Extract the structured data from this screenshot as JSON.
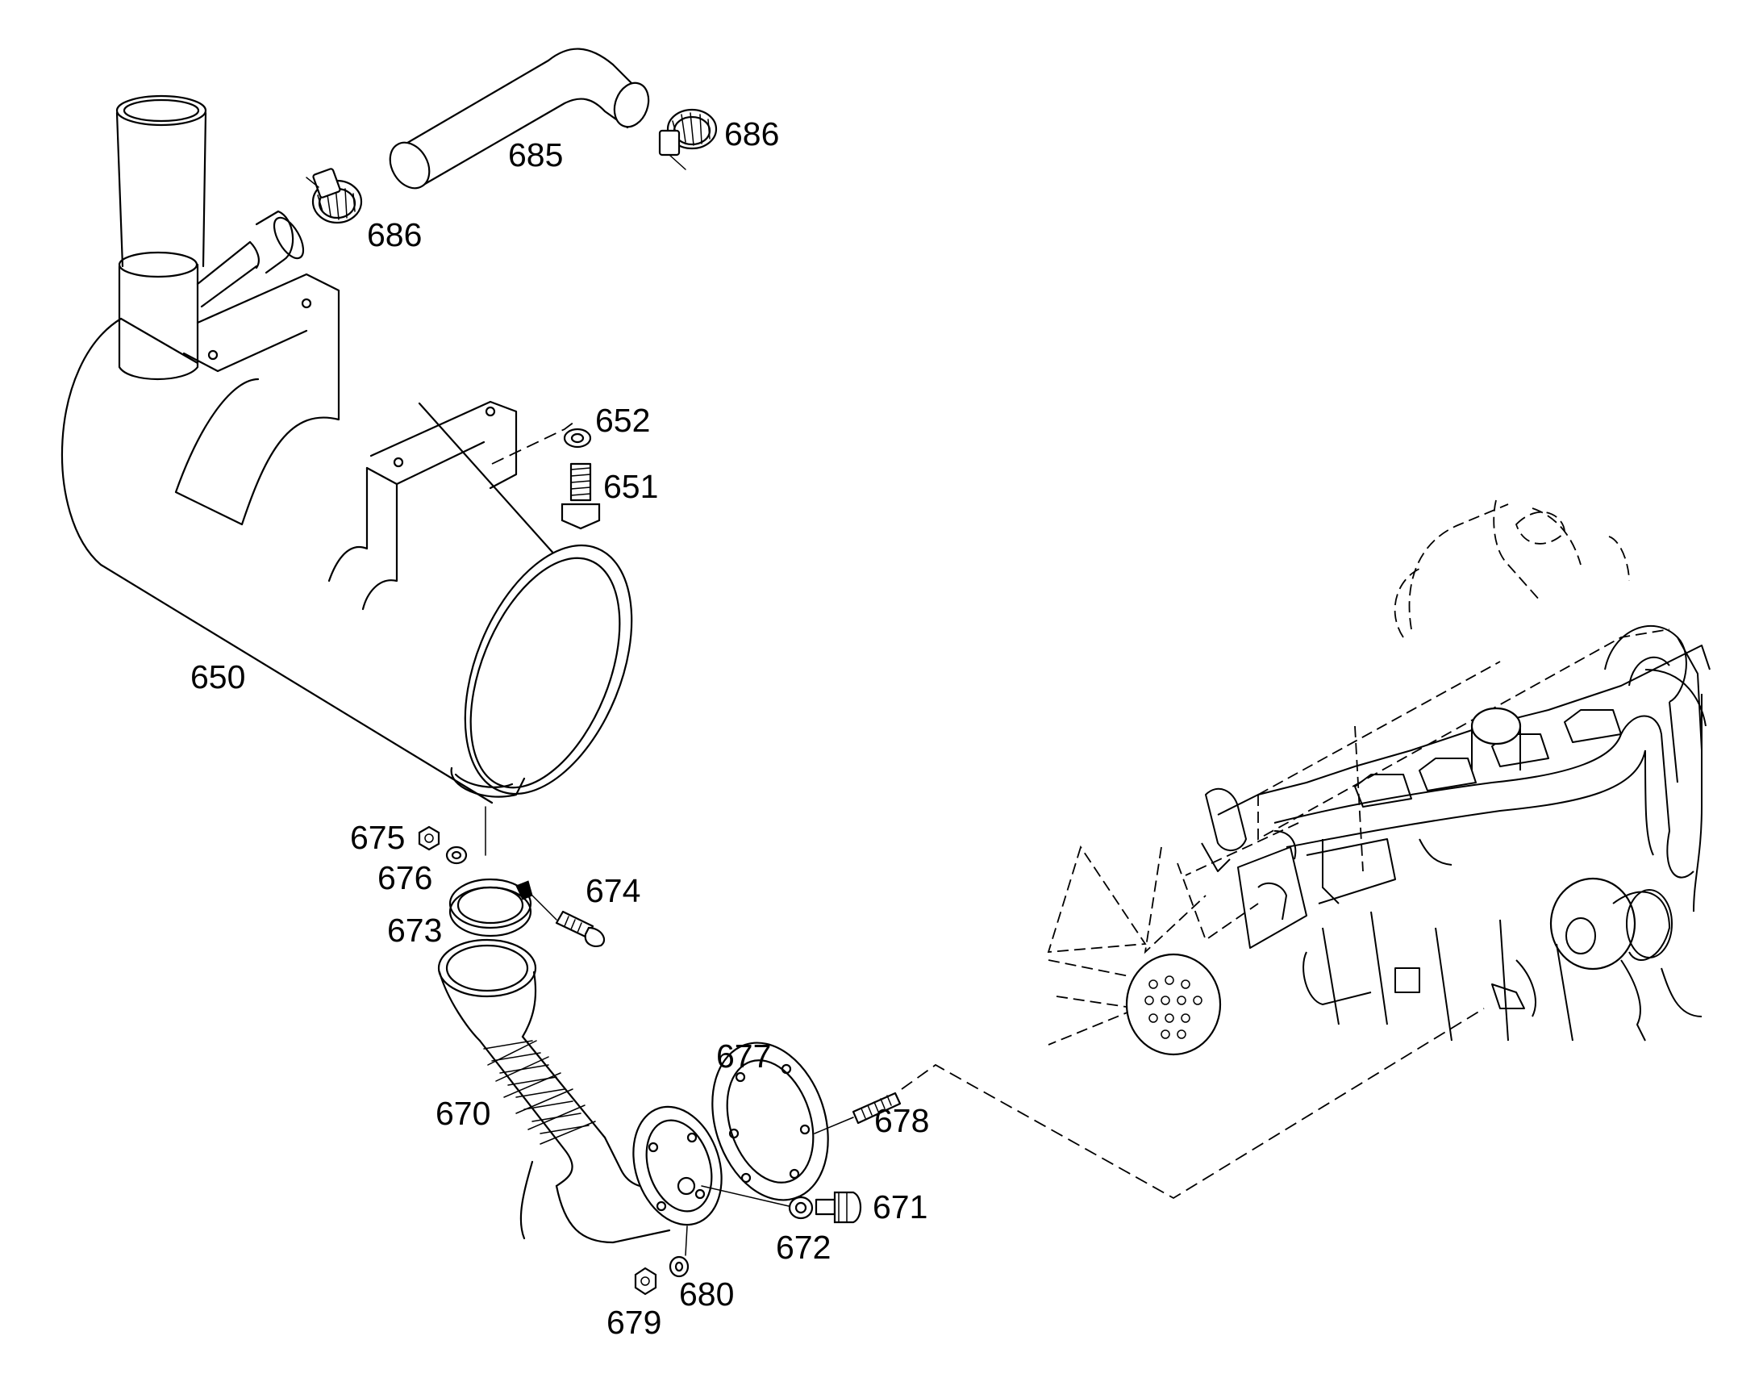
{
  "callouts": {
    "p650": "650",
    "p651": "651",
    "p652": "652",
    "p670": "670",
    "p671": "671",
    "p672": "672",
    "p673": "673",
    "p674": "674",
    "p675": "675",
    "p676": "676",
    "p677": "677",
    "p678": "678",
    "p679": "679",
    "p680": "680",
    "p685": "685",
    "p686_top": "686",
    "p686_left": "686"
  },
  "colors": {
    "line": "#000000",
    "background": "#ffffff"
  }
}
